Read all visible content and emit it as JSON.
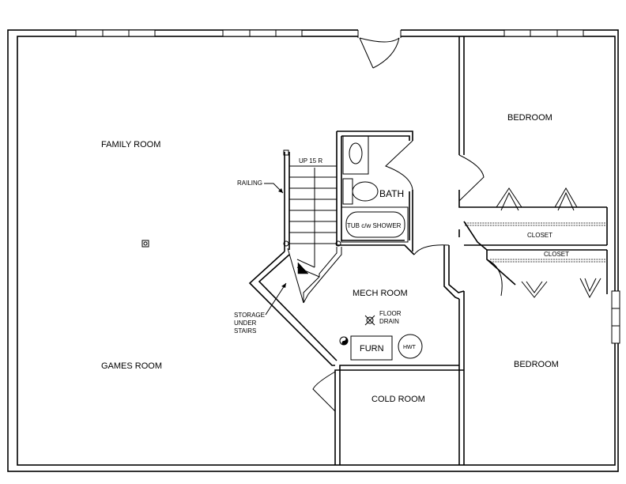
{
  "rooms": {
    "family_room": "FAMILY ROOM",
    "games_room": "GAMES ROOM",
    "bedroom_top": "BEDROOM",
    "bedroom_bottom": "BEDROOM",
    "bath": "BATH",
    "mech_room": "MECH ROOM",
    "cold_room": "COLD ROOM",
    "closet_top": "CLOSET",
    "closet_bottom": "CLOSET"
  },
  "fixtures": {
    "stairs": "UP 15 R",
    "tub": "TUB c/w SHOWER",
    "furnace": "FURN",
    "water_heater": "HWT",
    "floor_drain_line1": "FLOOR",
    "floor_drain_line2": "DRAIN"
  },
  "callouts": {
    "railing": "RAILING",
    "storage_line1": "STORAGE",
    "storage_line2": "UNDER",
    "storage_line3": "STAIRS"
  }
}
